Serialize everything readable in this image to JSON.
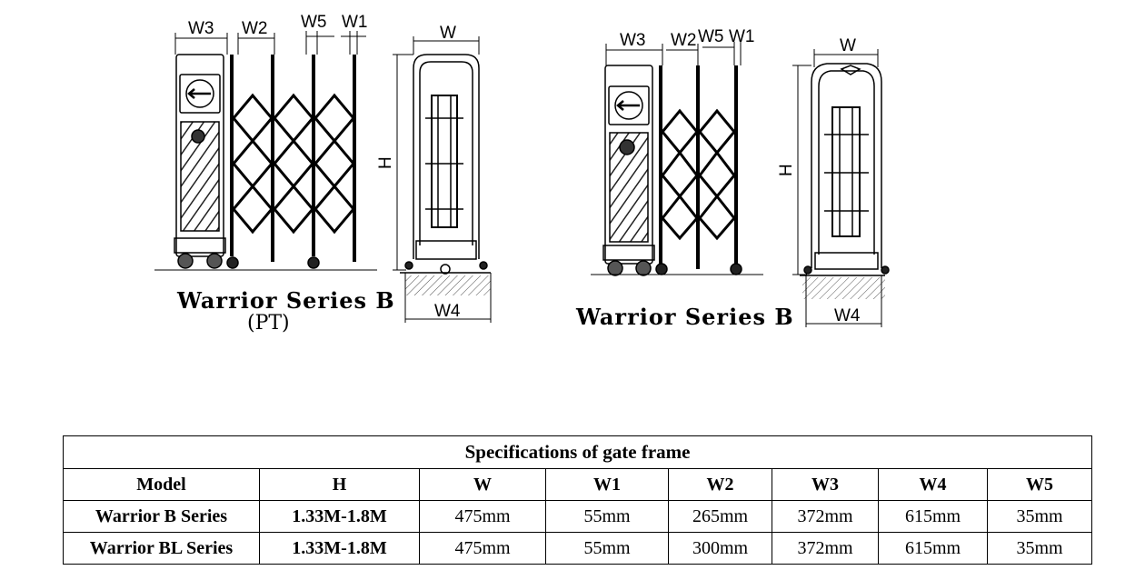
{
  "diagrams": [
    {
      "caption": "Warrior  Series B",
      "subcaption": "(PT)",
      "labels": {
        "w3": "W3",
        "w2": "W2",
        "w5": "W5",
        "w1": "W1",
        "w": "W",
        "h": "H",
        "w4": "W4"
      }
    },
    {
      "caption": "Warrior  Series B",
      "labels": {
        "w3": "W3",
        "w2": "W2",
        "w5": "W5",
        "w1": "W1",
        "w": "W",
        "h": "H",
        "w4": "W4"
      }
    }
  ],
  "table": {
    "title": "Specifications of gate frame",
    "headers": [
      "Model",
      "H",
      "W",
      "W1",
      "W2",
      "W3",
      "W4",
      "W5"
    ],
    "rows": [
      [
        "Warrior B Series",
        "1.33M-1.8M",
        "475mm",
        "55mm",
        "265mm",
        "372mm",
        "615mm",
        "35mm"
      ],
      [
        "Warrior BL Series",
        "1.33M-1.8M",
        "475mm",
        "55mm",
        "300mm",
        "372mm",
        "615mm",
        "35mm"
      ]
    ]
  }
}
